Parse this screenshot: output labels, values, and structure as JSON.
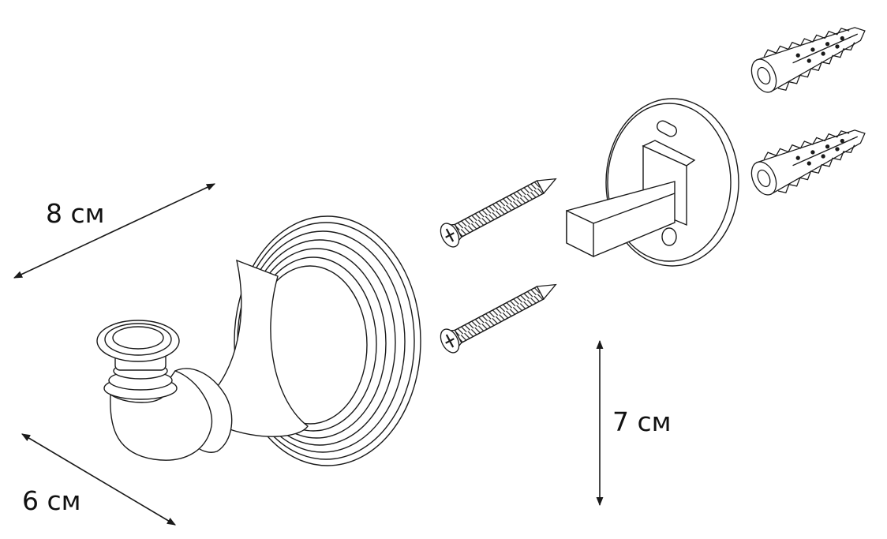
{
  "dimensions": {
    "width_label": "8 см",
    "depth_label": "6 см",
    "height_label": "7 см"
  },
  "colors": {
    "line": "#1a1a1a",
    "background": "#ffffff"
  },
  "parts": {
    "hook": "robe-hook",
    "screws": 2,
    "anchors": 2,
    "bracket": "mounting-bracket"
  }
}
